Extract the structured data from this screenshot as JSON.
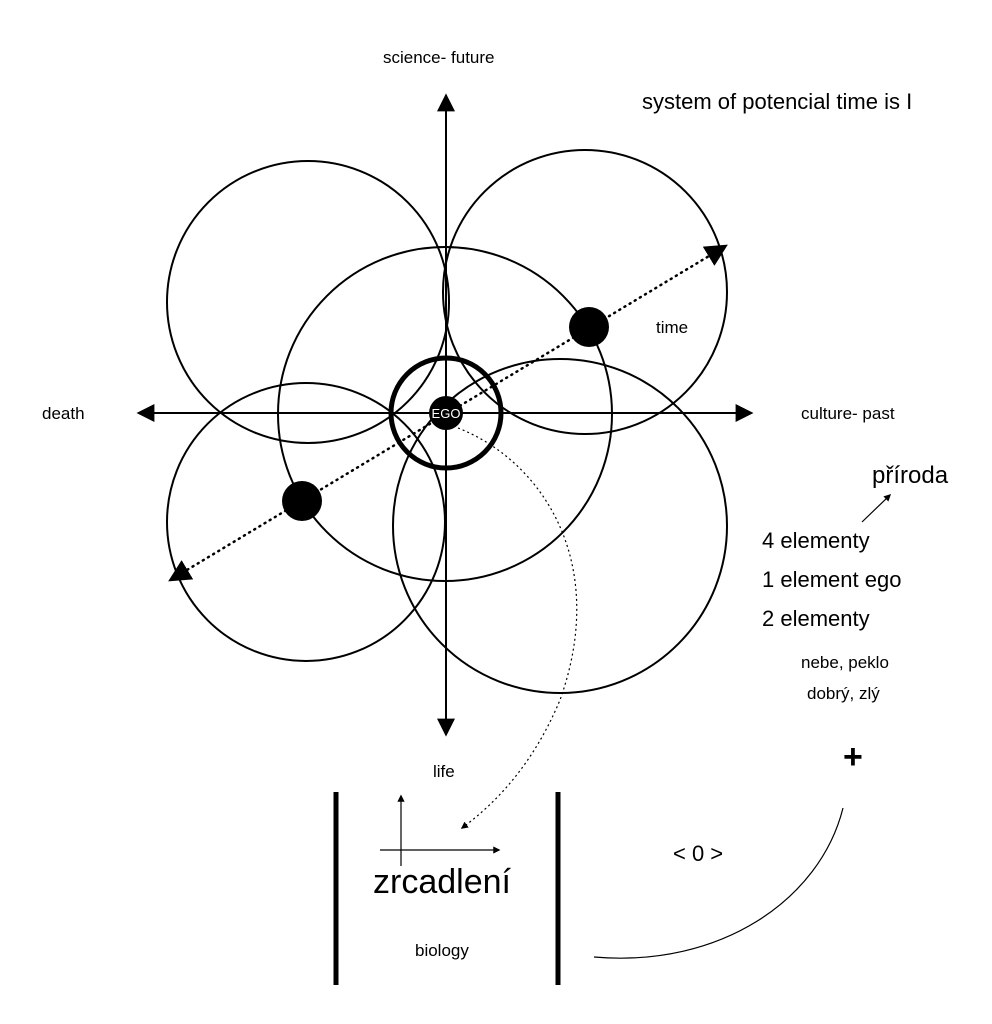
{
  "title": "system of potencial time is I",
  "axes": {
    "top": "science- future",
    "left": "death",
    "right": "culture- past",
    "bottom": "life"
  },
  "center_label": "EGO",
  "time_label": "time",
  "notes": {
    "priroda": "příroda",
    "elements_4": "4 elementy",
    "element_ego": "1 element ego",
    "elements_2": "2 elementy",
    "nebe_peklo": "nebe, peklo",
    "dobry_zly": "dobrý, zlý",
    "plus": "+"
  },
  "mirror": {
    "word": "zrcadlení",
    "caption": "biology",
    "zero": "< 0 >"
  }
}
